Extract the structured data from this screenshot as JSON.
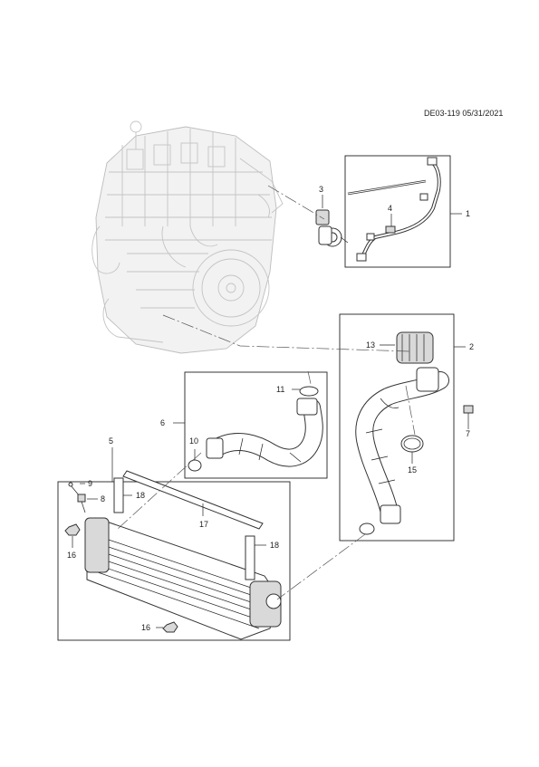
{
  "document_id": "DE03-119 05/31/2021",
  "callouts": {
    "c1": "1",
    "c2": "2",
    "c3": "3",
    "c4": "4",
    "c5": "5",
    "c6": "6",
    "c7": "7",
    "c8": "8",
    "c9": "9",
    "c10": "10",
    "c11": "11",
    "c13": "13",
    "c15": "15",
    "c16a": "16",
    "c16b": "16",
    "c17": "17",
    "c18a": "18",
    "c18b": "18"
  }
}
